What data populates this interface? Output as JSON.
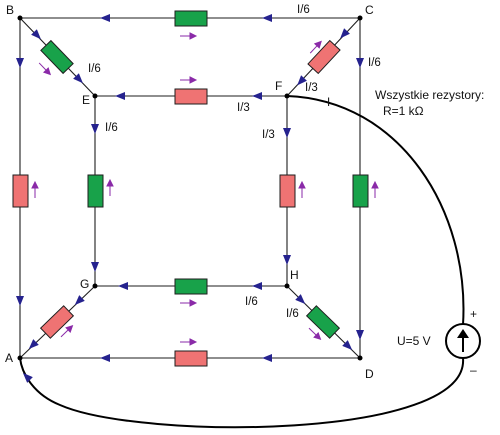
{
  "nodes": {
    "A": "A",
    "B": "B",
    "C": "C",
    "D": "D",
    "E": "E",
    "F": "F",
    "G": "G",
    "H": "H"
  },
  "currents": {
    "bc": "I/6",
    "cf": "I/6",
    "be": "I/6",
    "fe": "I/3",
    "ef_right": "I/3",
    "fh": "I/3",
    "f_in": "I",
    "eg": "I/6",
    "hg": "I/6",
    "hd": "I/6"
  },
  "note": {
    "line1": "Wszystkie rezystory:",
    "line2": "R=1 kΩ"
  },
  "source": {
    "label": "U=5 V",
    "plus": "+",
    "minus": "–"
  },
  "colors": {
    "green": "#18a24a",
    "red": "#ef7373",
    "wire_arrow": "#25228e",
    "current_arrow": "#8a2aa8"
  }
}
